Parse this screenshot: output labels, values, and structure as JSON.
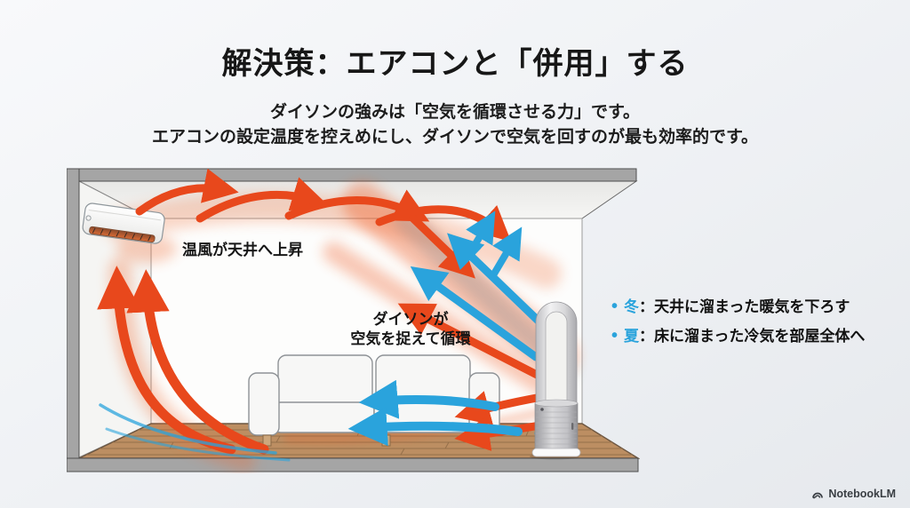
{
  "slide": {
    "title": "解決策：エアコンと「併用」する",
    "subtitle_line1": "ダイソンの強みは「空気を循環させる力」です。",
    "subtitle_line2": "エアコンの設定温度を控えめにし、ダイソンで空気を回すのが最も効率的です。"
  },
  "diagram": {
    "label_ac": "温風が天井へ上昇",
    "label_dyson_line1": "ダイソンが",
    "label_dyson_line2": "空気を捉えて循環"
  },
  "bullets": [
    {
      "dot": "•",
      "term": "冬",
      "text": "：天井に溜まった暖気を下ろす"
    },
    {
      "dot": "•",
      "term": "夏",
      "text": "：床に溜まった冷気を部屋全体へ"
    }
  ],
  "footer": {
    "brand": "NotebookLM"
  },
  "colors": {
    "warm": "#e8481c",
    "cool": "#2aa3dc"
  }
}
